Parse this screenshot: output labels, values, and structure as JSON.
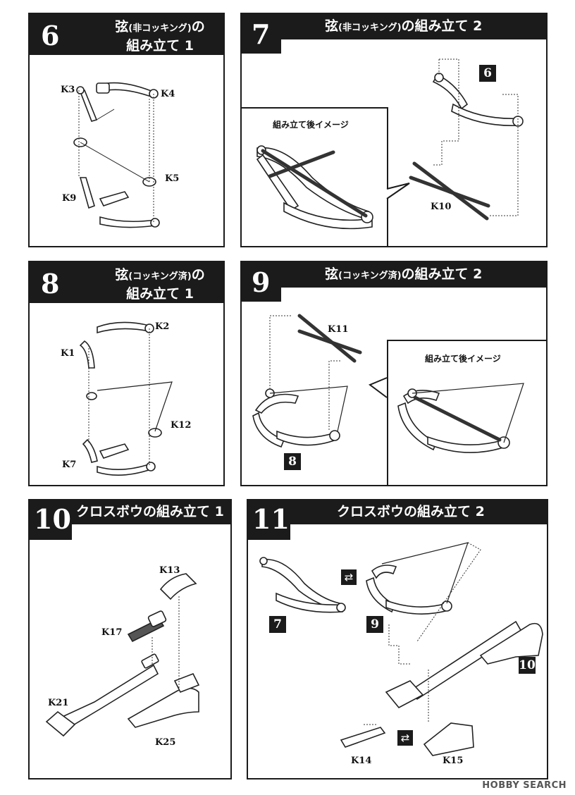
{
  "steps": [
    {
      "number": "6",
      "title_line1": "弦",
      "title_small": "(非コッキング)",
      "title_tail": "の",
      "title_line2": "組み立て 1",
      "parts": [
        "K3",
        "K4",
        "K5",
        "K9"
      ]
    },
    {
      "number": "7",
      "title_line1": "弦",
      "title_small": "(非コッキング)",
      "title_tail": "の組み立て 2",
      "image_label": "組み立て後イメージ",
      "ref": "6",
      "parts": [
        "K10"
      ]
    },
    {
      "number": "8",
      "title_line1": "弦",
      "title_small": "(コッキング済)",
      "title_tail": "の",
      "title_line2": "組み立て 1",
      "parts": [
        "K2",
        "K1",
        "K12",
        "K7"
      ]
    },
    {
      "number": "9",
      "title_line1": "弦",
      "title_small": "(コッキング済)",
      "title_tail": "の組み立て 2",
      "image_label": "組み立て後イメージ",
      "ref": "8",
      "parts": [
        "K11"
      ]
    },
    {
      "number": "10",
      "title": "クロスボウの組み立て 1",
      "parts": [
        "K13",
        "K17",
        "K21",
        "K25"
      ]
    },
    {
      "number": "11",
      "title": "クロスボウの組み立て 2",
      "refs": [
        "7",
        "9",
        "10"
      ],
      "parts": [
        "K14",
        "K15"
      ]
    }
  ],
  "watermark": "HOBBY SEARCH"
}
